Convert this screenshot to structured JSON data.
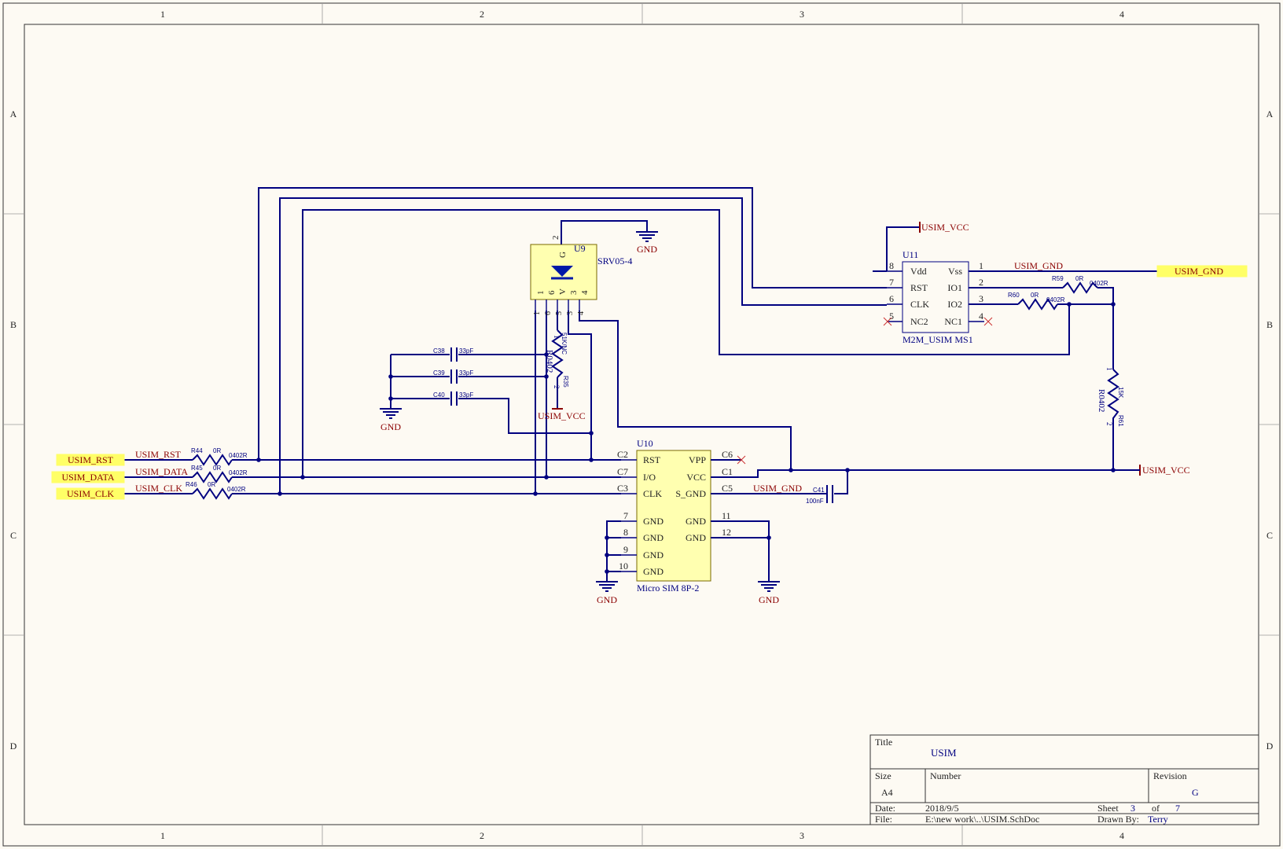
{
  "frame": {
    "columns": [
      "1",
      "2",
      "3",
      "4"
    ],
    "rows": [
      "A",
      "B",
      "C",
      "D"
    ]
  },
  "ports": {
    "usim_rst": "USIM_RST",
    "usim_data": "USIM_DATA",
    "usim_clk": "USIM_CLK",
    "usim_gnd": "USIM_GND"
  },
  "nets": {
    "usim_rst": "USIM_RST",
    "usim_data": "USIM_DATA",
    "usim_clk": "USIM_CLK",
    "usim_gnd_u11": "USIM_GND",
    "usim_gnd_c5": "USIM_GND",
    "usim_vcc": "USIM_VCC",
    "gnd": "GND"
  },
  "resistors": {
    "r44": {
      "ref": "R44",
      "value": "0R",
      "pkg": "0402R"
    },
    "r45": {
      "ref": "R45",
      "value": "0R",
      "pkg": "0402R"
    },
    "r46": {
      "ref": "R46",
      "value": "0R",
      "pkg": "0402R"
    },
    "r59": {
      "ref": "R59",
      "value": "0R",
      "pkg": "0402R"
    },
    "r60": {
      "ref": "R60",
      "value": "0R",
      "pkg": "0402R"
    },
    "r35": {
      "ref": "R35",
      "value": "51K/NC",
      "pkg": "R0402",
      "pin1": "1",
      "pin2": "2"
    },
    "r61": {
      "ref": "R61",
      "value": "15K",
      "pkg": "R0402",
      "pin1": "1",
      "pin2": "2"
    }
  },
  "capacitors": {
    "c38": {
      "ref": "C38",
      "value": "33pF"
    },
    "c39": {
      "ref": "C39",
      "value": "33pF"
    },
    "c40": {
      "ref": "C40",
      "value": "33pF"
    },
    "c41": {
      "ref": "C41",
      "value": "100nF"
    }
  },
  "u9": {
    "ref": "U9",
    "part": "SRV05-4",
    "body_g": "G",
    "body_v": "V",
    "pins": [
      "1",
      "6",
      "5",
      "3",
      "4"
    ],
    "pin_top": "2",
    "pins_bottom": [
      "1",
      "6",
      "5",
      "3",
      "4"
    ]
  },
  "u10": {
    "ref": "U10",
    "part": "Micro SIM 8P-2",
    "left_pins": [
      {
        "num": "C2",
        "name": "RST"
      },
      {
        "num": "C7",
        "name": "I/O"
      },
      {
        "num": "C3",
        "name": "CLK"
      },
      {
        "num": "7",
        "name": "GND"
      },
      {
        "num": "8",
        "name": "GND"
      },
      {
        "num": "9",
        "name": "GND"
      },
      {
        "num": "10",
        "name": "GND"
      }
    ],
    "right_pins": [
      {
        "num": "C6",
        "name": "VPP"
      },
      {
        "num": "C1",
        "name": "VCC"
      },
      {
        "num": "C5",
        "name": "S_GND"
      },
      {
        "num": "11",
        "name": "GND"
      },
      {
        "num": "12",
        "name": "GND"
      }
    ]
  },
  "u11": {
    "ref": "U11",
    "part": "M2M_USIM MS1",
    "left_pins": [
      {
        "num": "8",
        "name": "Vdd"
      },
      {
        "num": "7",
        "name": "RST"
      },
      {
        "num": "6",
        "name": "CLK"
      },
      {
        "num": "5",
        "name": "NC2"
      }
    ],
    "right_pins": [
      {
        "num": "1",
        "name": "Vss"
      },
      {
        "num": "2",
        "name": "IO1"
      },
      {
        "num": "3",
        "name": "IO2"
      },
      {
        "num": "4",
        "name": "NC1"
      }
    ]
  },
  "title_block": {
    "title_label": "Title",
    "title": "USIM",
    "size_label": "Size",
    "size": "A4",
    "number_label": "Number",
    "revision_label": "Revision",
    "revision": "G",
    "date_label": "Date:",
    "date": "2018/9/5",
    "sheet_label": "Sheet",
    "sheet": "3",
    "of_label": "of",
    "sheets": "7",
    "file_label": "File:",
    "file": "E:\\new work\\..\\USIM.SchDoc",
    "drawn_label": "Drawn By:",
    "drawn_by": "Terry"
  }
}
